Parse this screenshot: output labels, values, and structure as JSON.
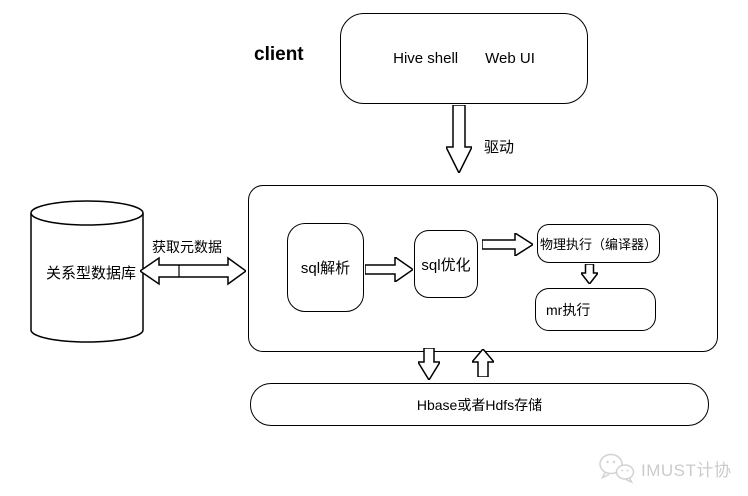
{
  "diagram": {
    "client_label": "client",
    "client_box": {
      "items": [
        "Hive shell",
        "Web UI"
      ]
    },
    "drive_arrow_label": "驱动",
    "database_label": "关系型数据库",
    "metadata_arrow_label": "获取元数据",
    "engine_box": {
      "sql_parse_label": "sql解析",
      "sql_optimize_label": "sql优化",
      "physical_exec_label": "物理执行（编译器）",
      "mr_exec_label": "mr执行"
    },
    "storage_label": "Hbase或者Hdfs存储",
    "watermark": {
      "text": "IMUST计协"
    },
    "colors": {
      "line": "#000000",
      "background": "#ffffff",
      "watermark": "#cccccc"
    }
  }
}
